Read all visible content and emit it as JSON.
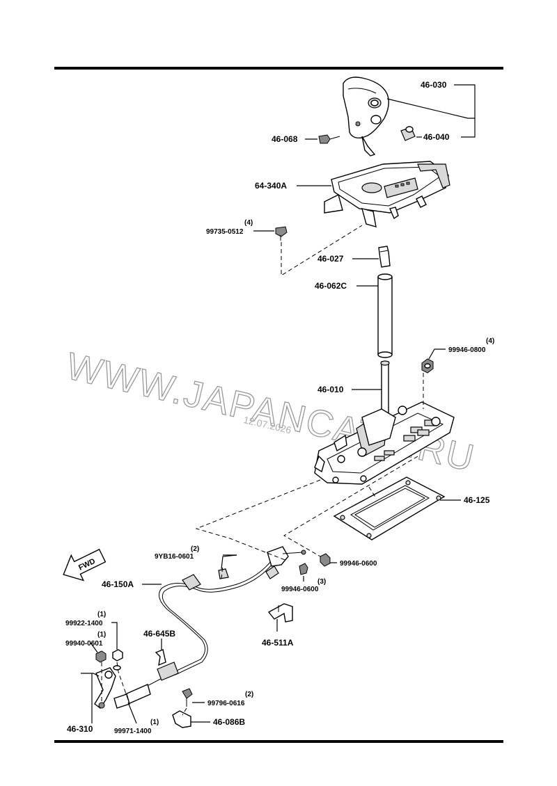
{
  "watermark": {
    "text": "WWW.JAPANCATS.RU",
    "date": "12.07.2026"
  },
  "direction_badge": "FWD",
  "parts": [
    {
      "id": "46-030"
    },
    {
      "id": "46-040"
    },
    {
      "id": "46-068"
    },
    {
      "id": "64-340A"
    },
    {
      "id": "99735-0512",
      "qty": "(4)"
    },
    {
      "id": "46-027"
    },
    {
      "id": "46-062C"
    },
    {
      "id": "99946-0800",
      "qty": "(4)"
    },
    {
      "id": "46-010"
    },
    {
      "id": "46-125"
    },
    {
      "id": "9YB16-0601",
      "qty": "(2)"
    },
    {
      "id": "99946-0600"
    },
    {
      "id": "99946-0600",
      "qty": "(3)"
    },
    {
      "id": "46-150A"
    },
    {
      "id": "46-511A"
    },
    {
      "id": "99922-1400",
      "qty": "(1)"
    },
    {
      "id": "99940-0601",
      "qty": "(1)"
    },
    {
      "id": "46-645B"
    },
    {
      "id": "99796-0616",
      "qty": "(2)"
    },
    {
      "id": "46-310"
    },
    {
      "id": "99971-1400",
      "qty": "(1)"
    },
    {
      "id": "46-086B"
    }
  ]
}
